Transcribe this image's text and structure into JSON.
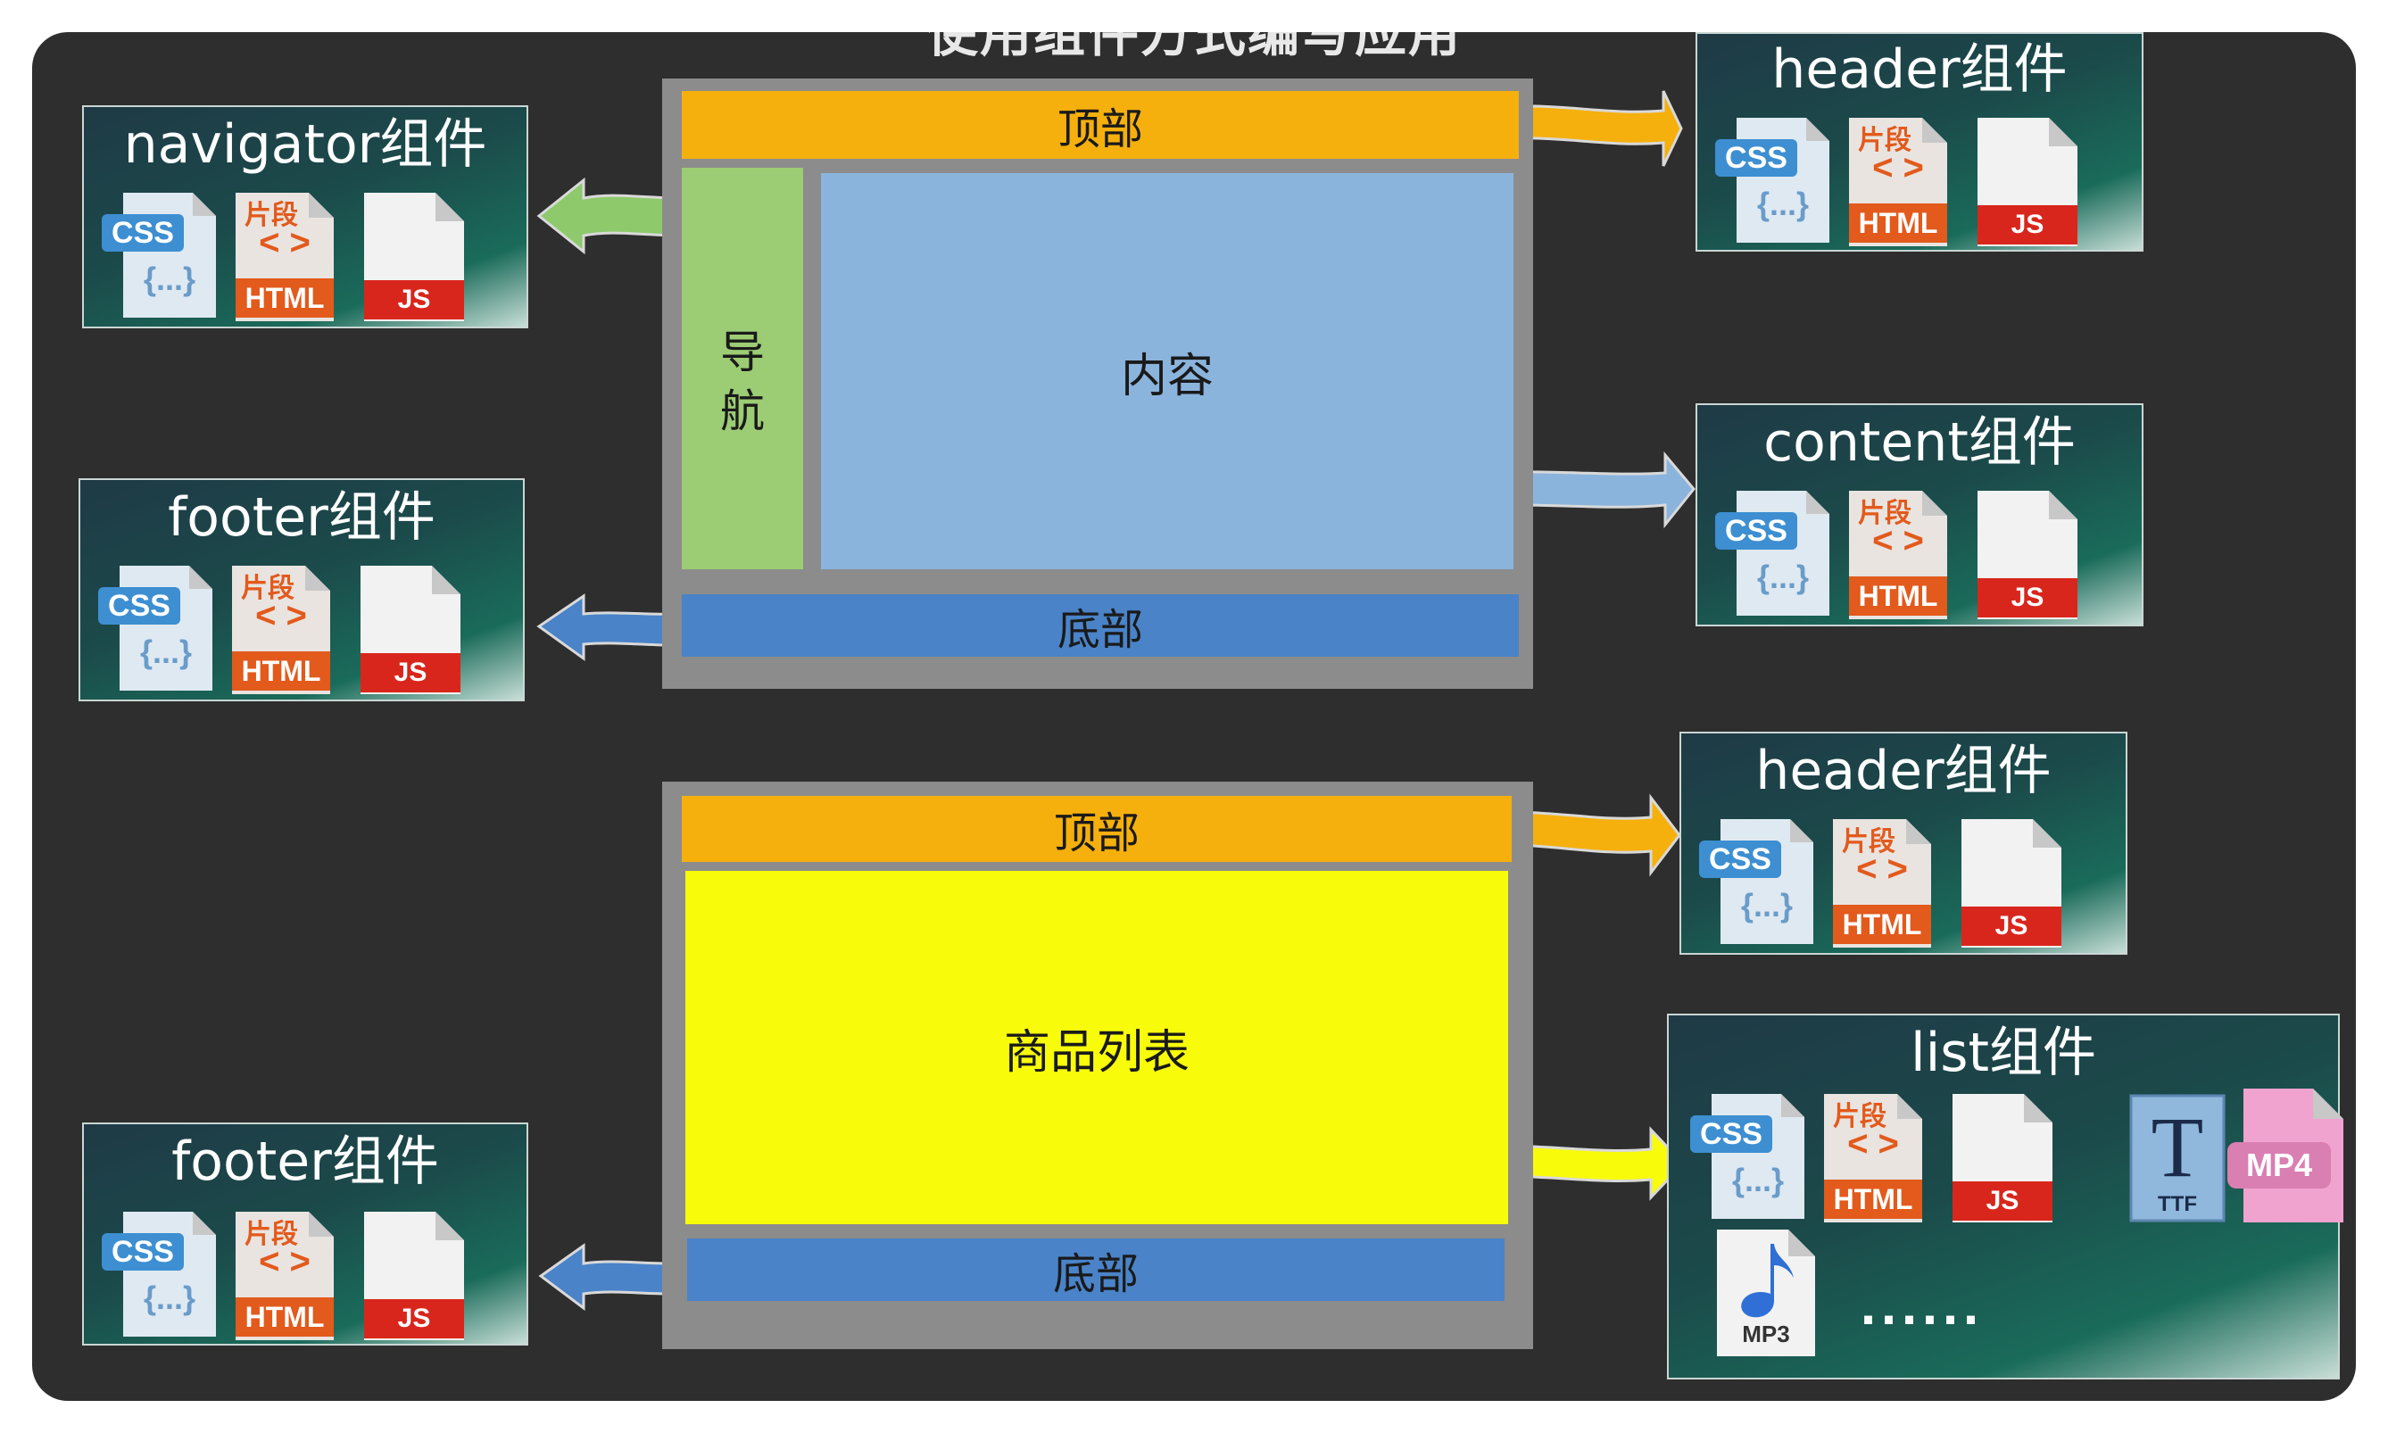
{
  "title": "使用组件方式编写应用",
  "layout1": {
    "top": "顶部",
    "nav": [
      "导",
      "航"
    ],
    "content": "内容",
    "bottom": "底部"
  },
  "layout2": {
    "top": "顶部",
    "list": "商品列表",
    "bottom": "底部"
  },
  "components": {
    "navigator": "navigator组件",
    "footer1": "footer组件",
    "header1": "header组件",
    "content": "content组件",
    "header2": "header组件",
    "footer2": "footer组件",
    "list": "list组件"
  },
  "icons": {
    "css": "CSS",
    "css_sub": "{...}",
    "html_top": "片段",
    "html_brackets": "< >",
    "html": "HTML",
    "js": "JS",
    "ttf": "TTF",
    "ttf_letter": "T",
    "mp4": "MP4",
    "mp3": "MP3"
  },
  "ellipsis": "......",
  "colors": {
    "background": "#2e2e2e",
    "top": "#f5b00e",
    "nav": "#9ccc74",
    "content": "#8bb4dd",
    "bottom": "#4a83c8",
    "list": "#f8fc0a",
    "css_badge": "#3d8fd1",
    "html_badge": "#e25a1c",
    "js_badge": "#d9261c"
  }
}
